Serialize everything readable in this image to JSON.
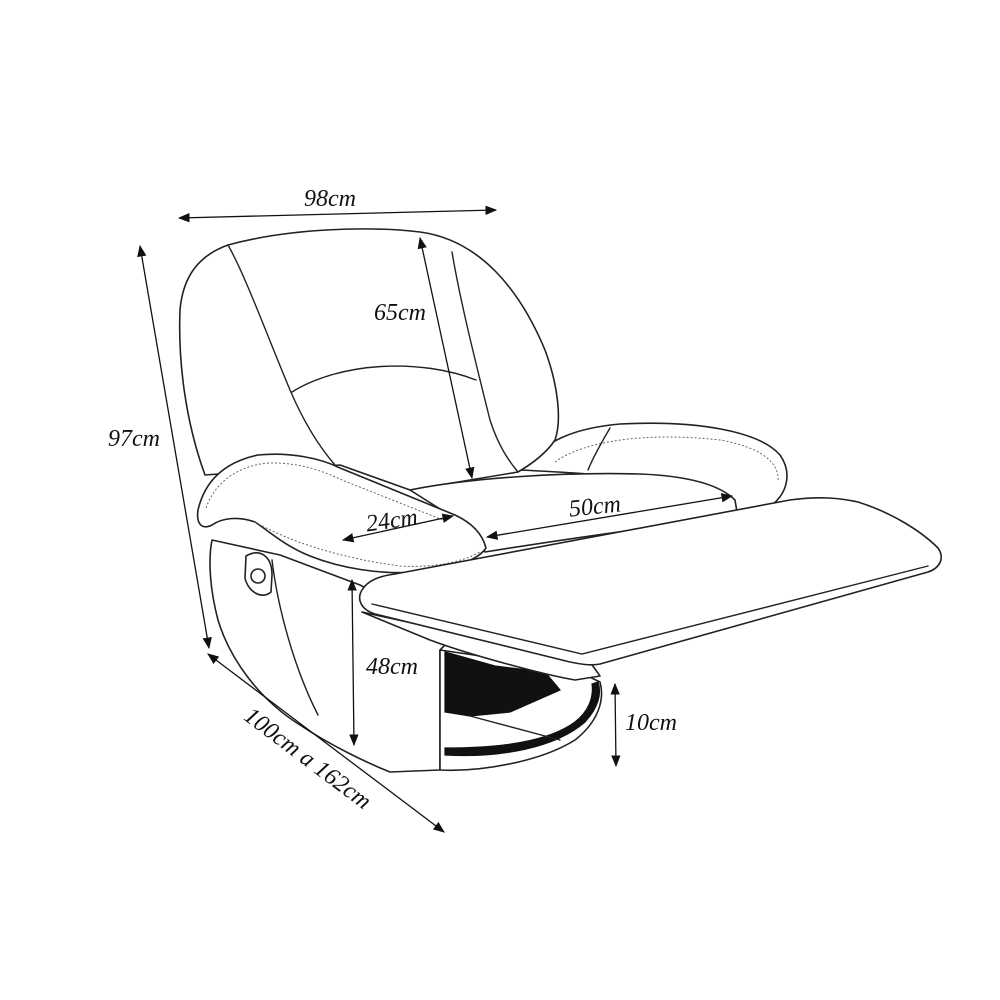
{
  "diagram": {
    "colors": {
      "ink": "#111111",
      "background": "#ffffff"
    },
    "dimensions": {
      "width": "98cm",
      "height": "97cm",
      "backrest": "65cm",
      "armrest": "24cm",
      "seat_depth": "50cm",
      "seat_height": "48cm",
      "footrest_clearance": "10cm",
      "depth": "100cm a 162cm"
    }
  }
}
